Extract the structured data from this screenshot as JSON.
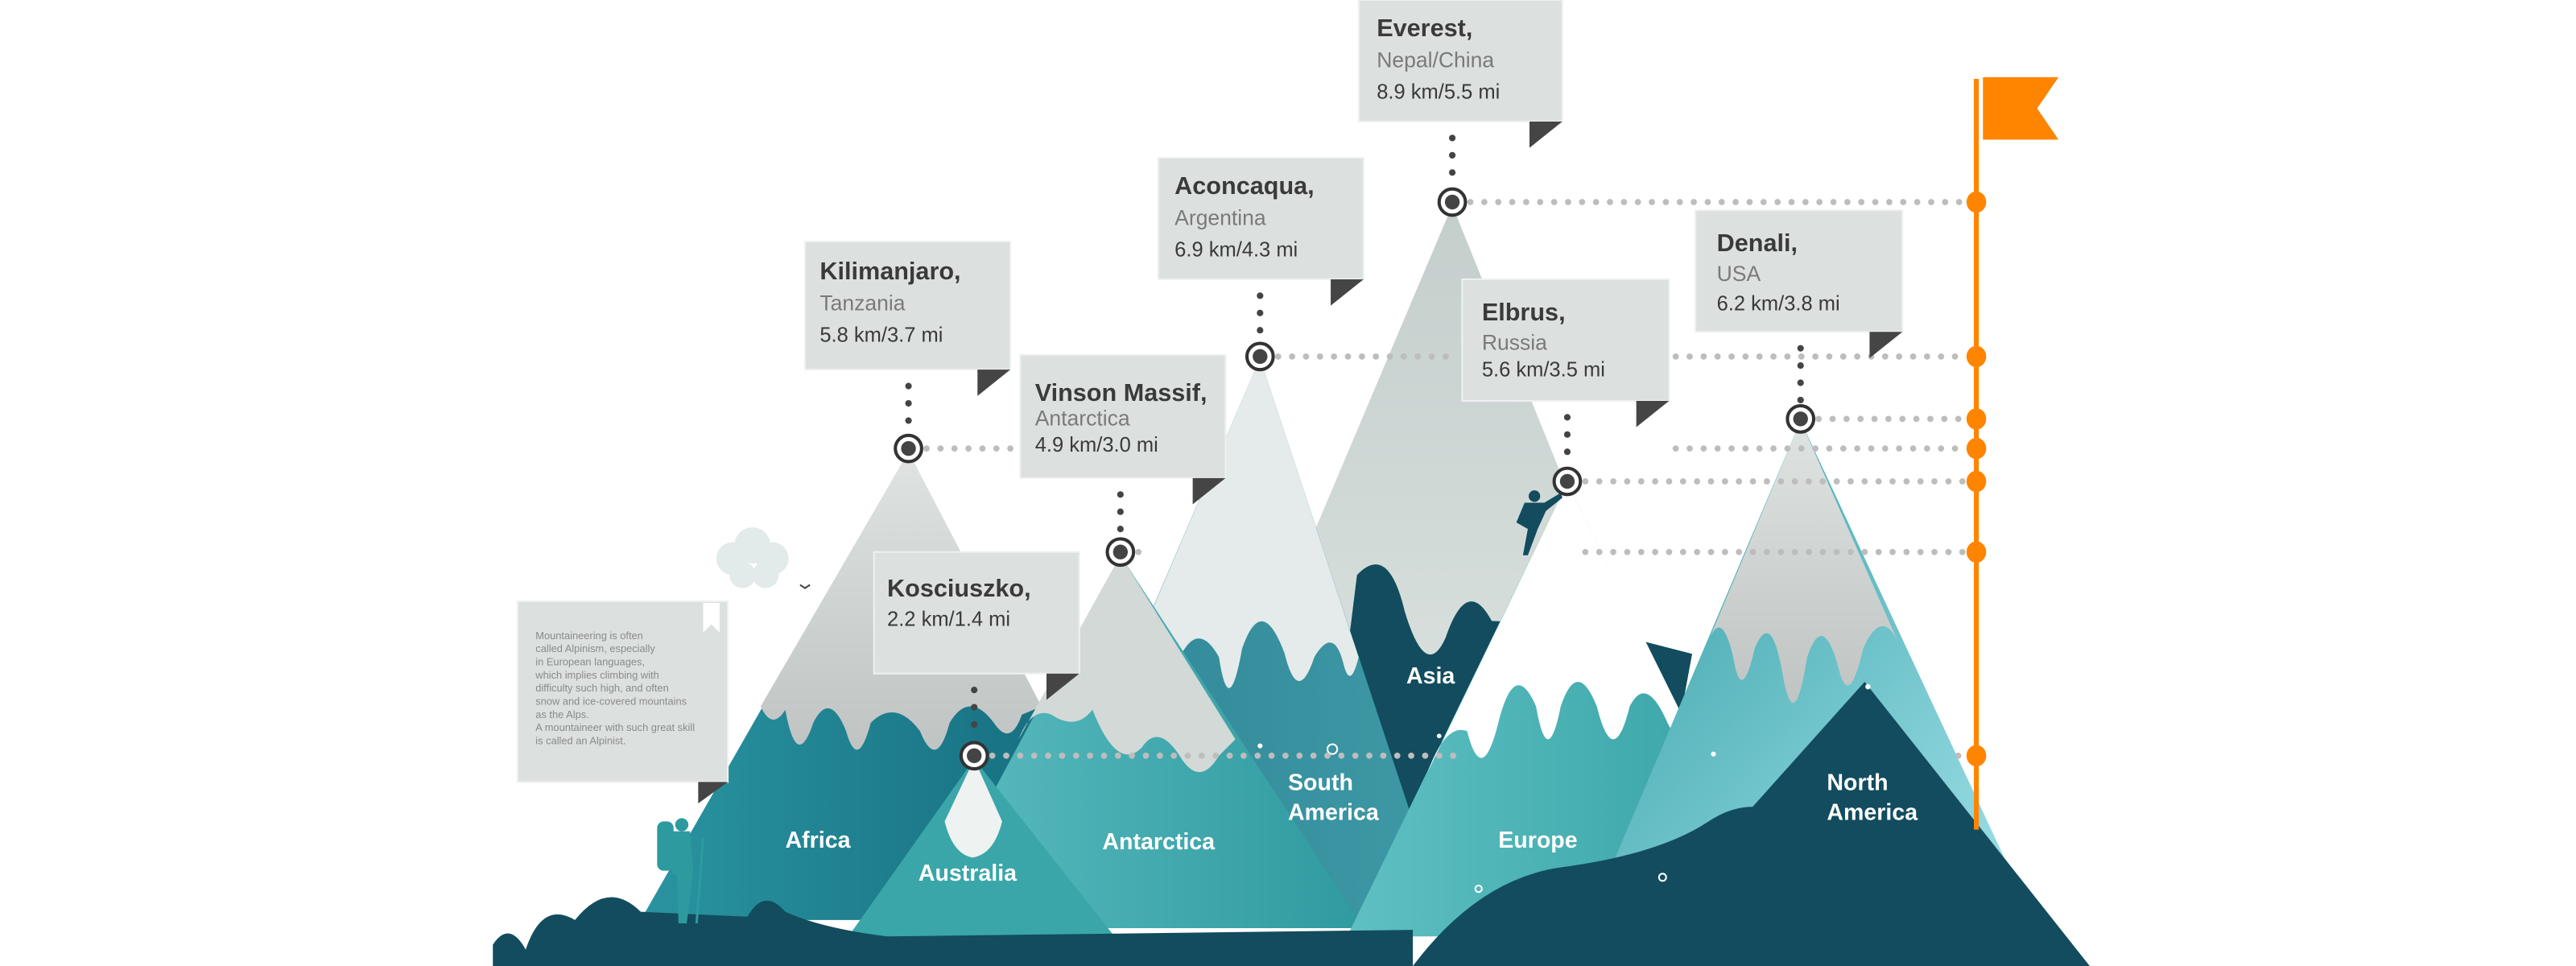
{
  "peaks": [
    {
      "name": "Everest,",
      "country": "Nepal/China",
      "height": "8.9 km/5.5 mi",
      "continent": "Asia"
    },
    {
      "name": "Aconcaqua,",
      "country": "Argentina",
      "height": "6.9 km/4.3 mi",
      "continent": "South America"
    },
    {
      "name": "Denali,",
      "country": "USA",
      "height": "6.2 km/3.8 mi",
      "continent": "North America"
    },
    {
      "name": "Kilimanjaro,",
      "country": "Tanzania",
      "height": "5.8 km/3.7 mi",
      "continent": "Africa"
    },
    {
      "name": "Elbrus,",
      "country": "Russia",
      "height": "5.6 km/3.5 mi",
      "continent": "Europe"
    },
    {
      "name": "Vinson Massif,",
      "country": "Antarctica",
      "height": "4.9 km/3.0 mi",
      "continent": "Antarctica"
    },
    {
      "name": "Kosciuszko,",
      "height": "2.2 km/1.4 mi",
      "continent": "Australia"
    }
  ],
  "continent_labels": {
    "africa": "Africa",
    "australia": "Australia",
    "antarctica": "Antarctica",
    "south_america": [
      "South",
      "America"
    ],
    "asia": "Asia",
    "europe": "Europe",
    "north_america": [
      "North",
      "America"
    ]
  },
  "info_note": [
    "Mountaineering is often",
    "called Alpinism, especially",
    "in European languages,",
    "which implies climbing with",
    "difficulty such high, and often",
    "snow and ice-covered mountains",
    "as the Alps.",
    "A mountaineer with such great skill",
    "is called an Alpinist."
  ],
  "colors": {
    "flag": "#ff8400",
    "dark_teal": "#124c5e",
    "teal": "#37a3a6",
    "box": "#dce1e0",
    "dots": "#bdbdbd"
  }
}
